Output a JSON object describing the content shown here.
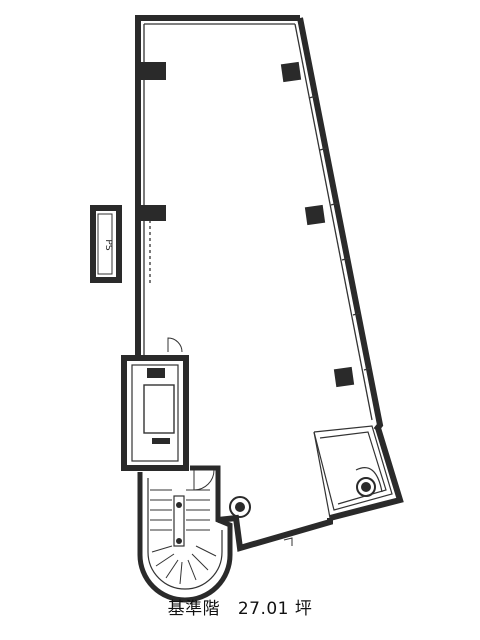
{
  "plan": {
    "shaft_label": "PS",
    "caption": {
      "floor": "基準階",
      "area_value": "27.01",
      "area_unit": "坪"
    }
  },
  "colors": {
    "wall": "#2a2a2a",
    "line": "#333333",
    "background": "#ffffff"
  }
}
